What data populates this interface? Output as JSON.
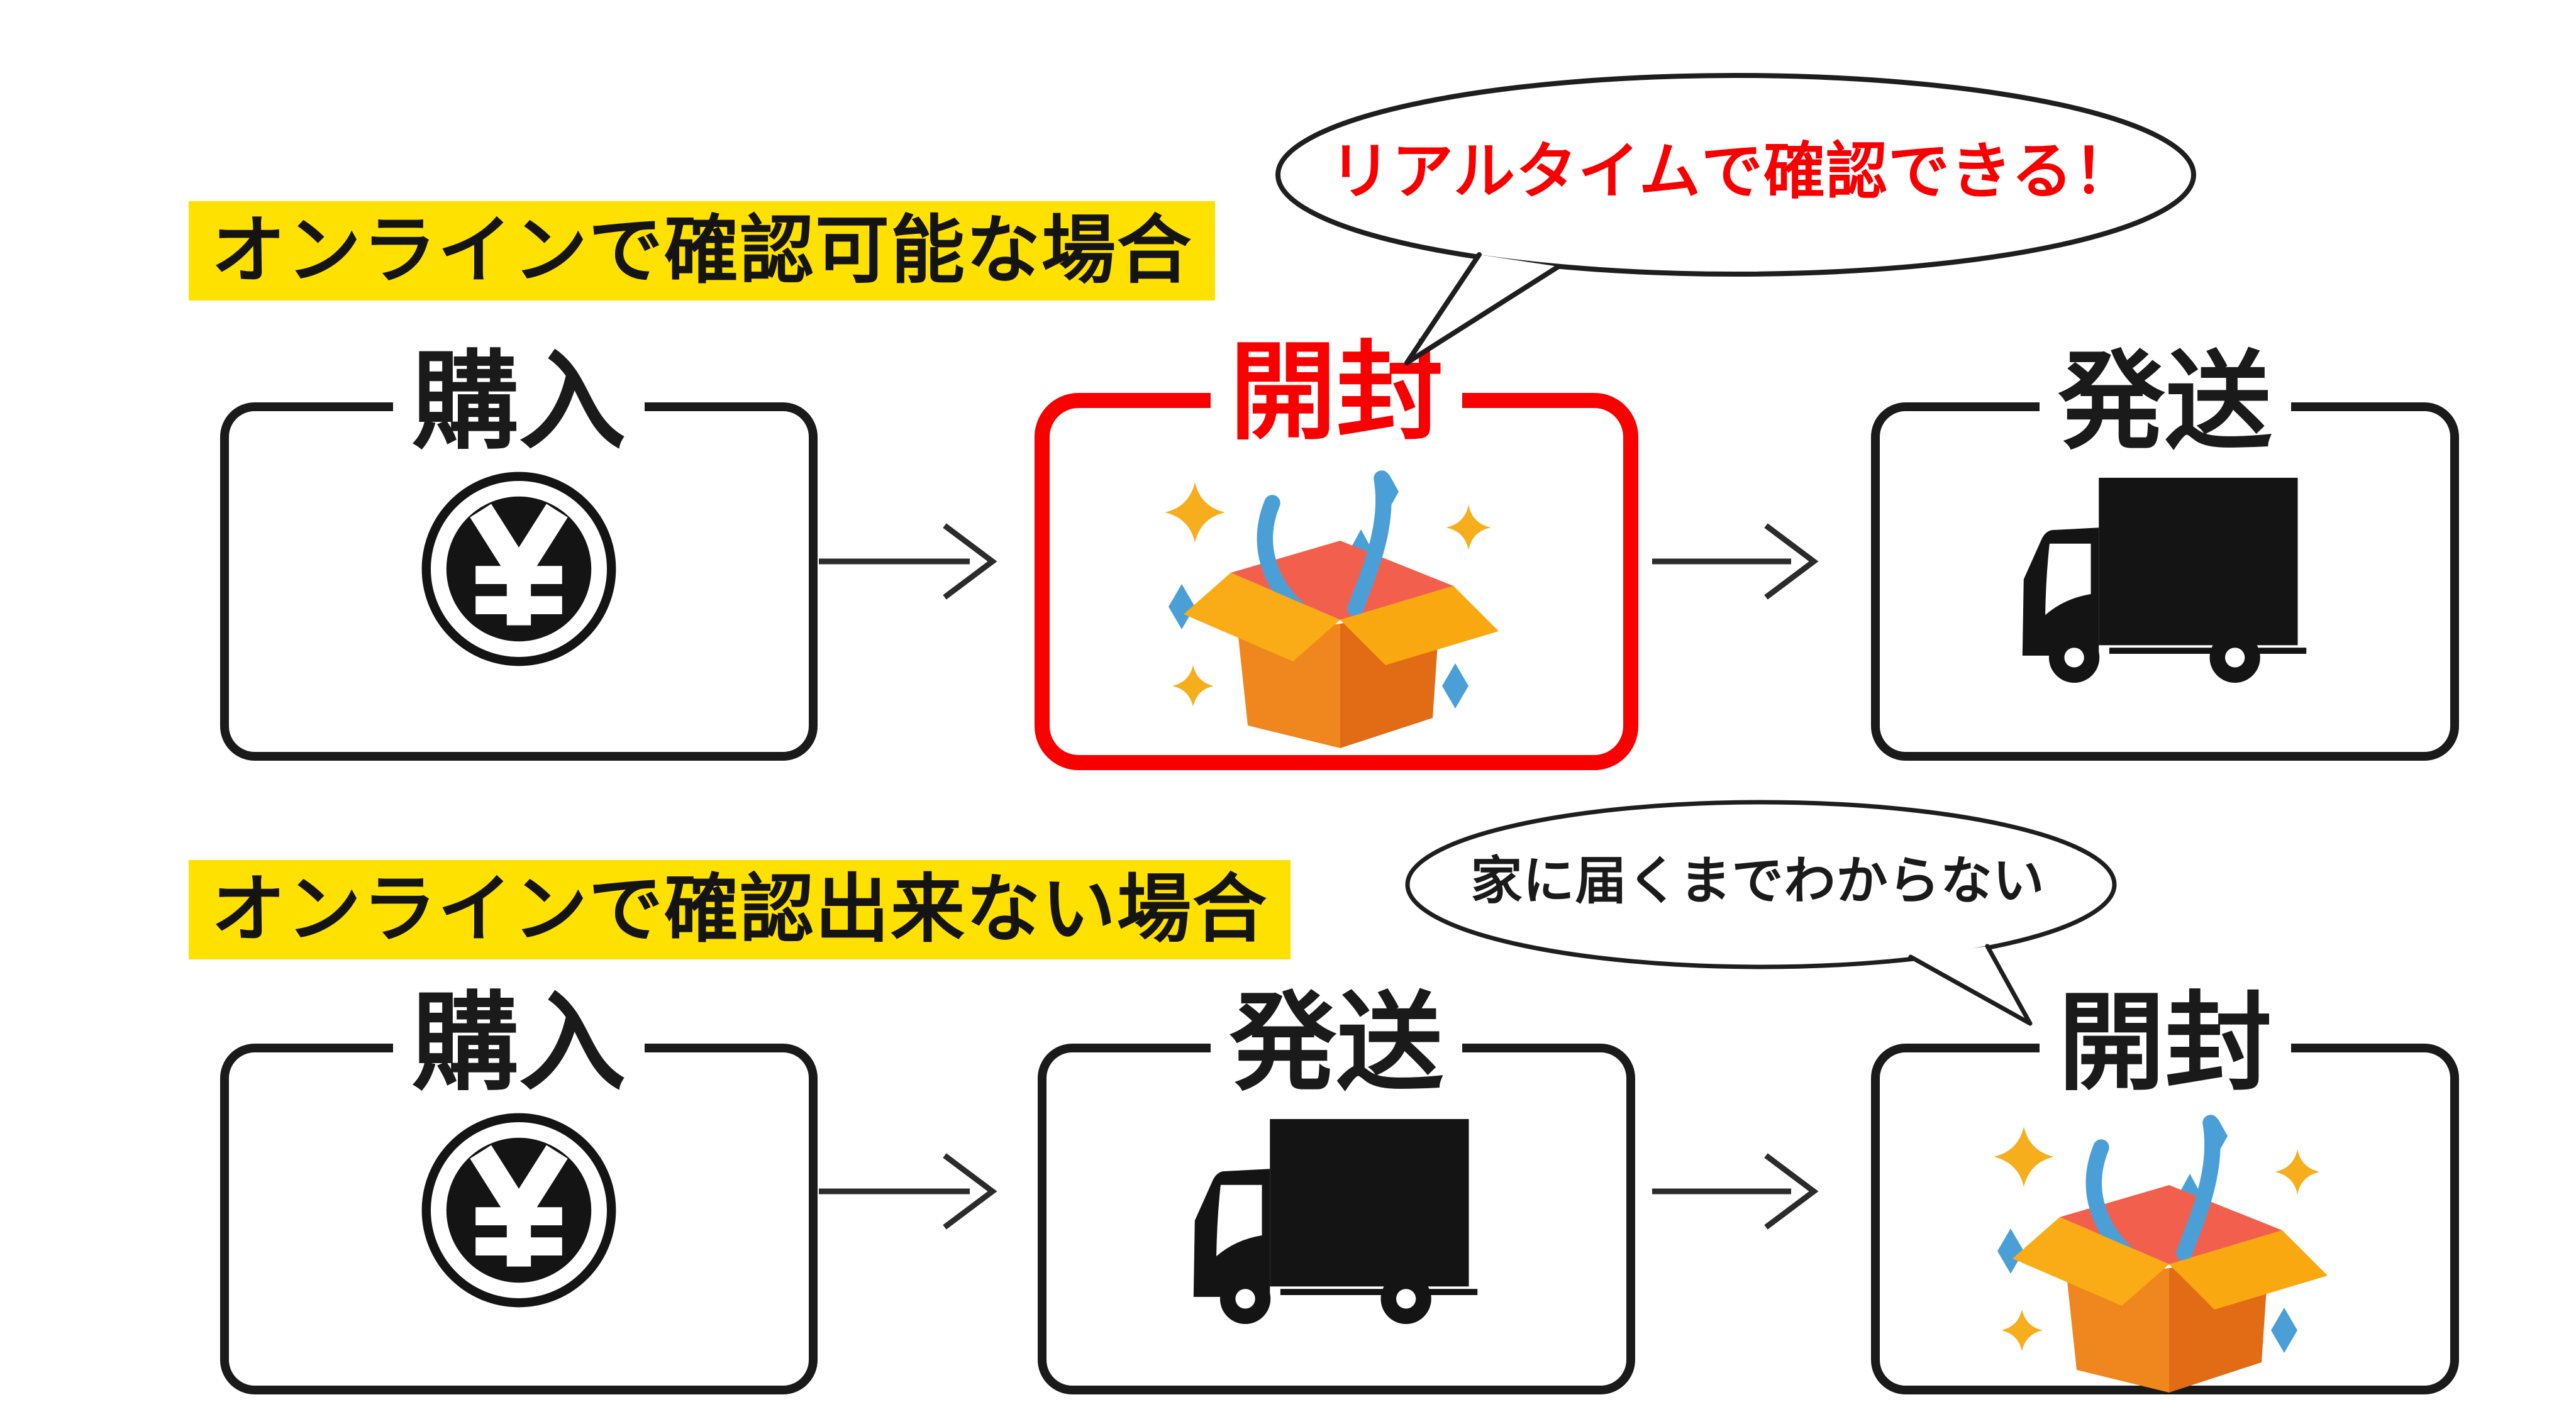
{
  "page": {
    "background": "#ffffff"
  },
  "colors": {
    "highlight_yellow": "#FFE100",
    "accent_red": "#F80000",
    "ink_black": "#1a1a1a",
    "bubble_outline": "#1e1e1e",
    "gift_box_front_orange": "#F0861E",
    "gift_box_side_orange": "#E26B15",
    "gift_box_flap_gold": "#F9AC15",
    "gift_box_opening_salmon": "#F2604D",
    "confetti_blue": "#4B9FD7",
    "sparkle_gold": "#F6AE1C"
  },
  "sections": [
    {
      "label": "オンラインで確認可能な場合",
      "bubble": {
        "text": "リアルタイムで確認できる！",
        "text_color": "#F80000",
        "tail": "bottom-left"
      },
      "steps": [
        {
          "title": "購入",
          "icon": "yen-coin-icon",
          "highlighted": false
        },
        {
          "title": "開封",
          "icon": "surprise-box-icon",
          "highlighted": true
        },
        {
          "title": "発送",
          "icon": "truck-icon",
          "highlighted": false
        }
      ]
    },
    {
      "label": "オンラインで確認出来ない場合",
      "bubble": {
        "text": "家に届くまでわからない",
        "text_color": "#1a1a1a",
        "tail": "bottom-right"
      },
      "steps": [
        {
          "title": "購入",
          "icon": "yen-coin-icon",
          "highlighted": false
        },
        {
          "title": "発送",
          "icon": "truck-icon",
          "highlighted": false
        },
        {
          "title": "開封",
          "icon": "surprise-box-icon",
          "highlighted": false
        }
      ]
    }
  ]
}
